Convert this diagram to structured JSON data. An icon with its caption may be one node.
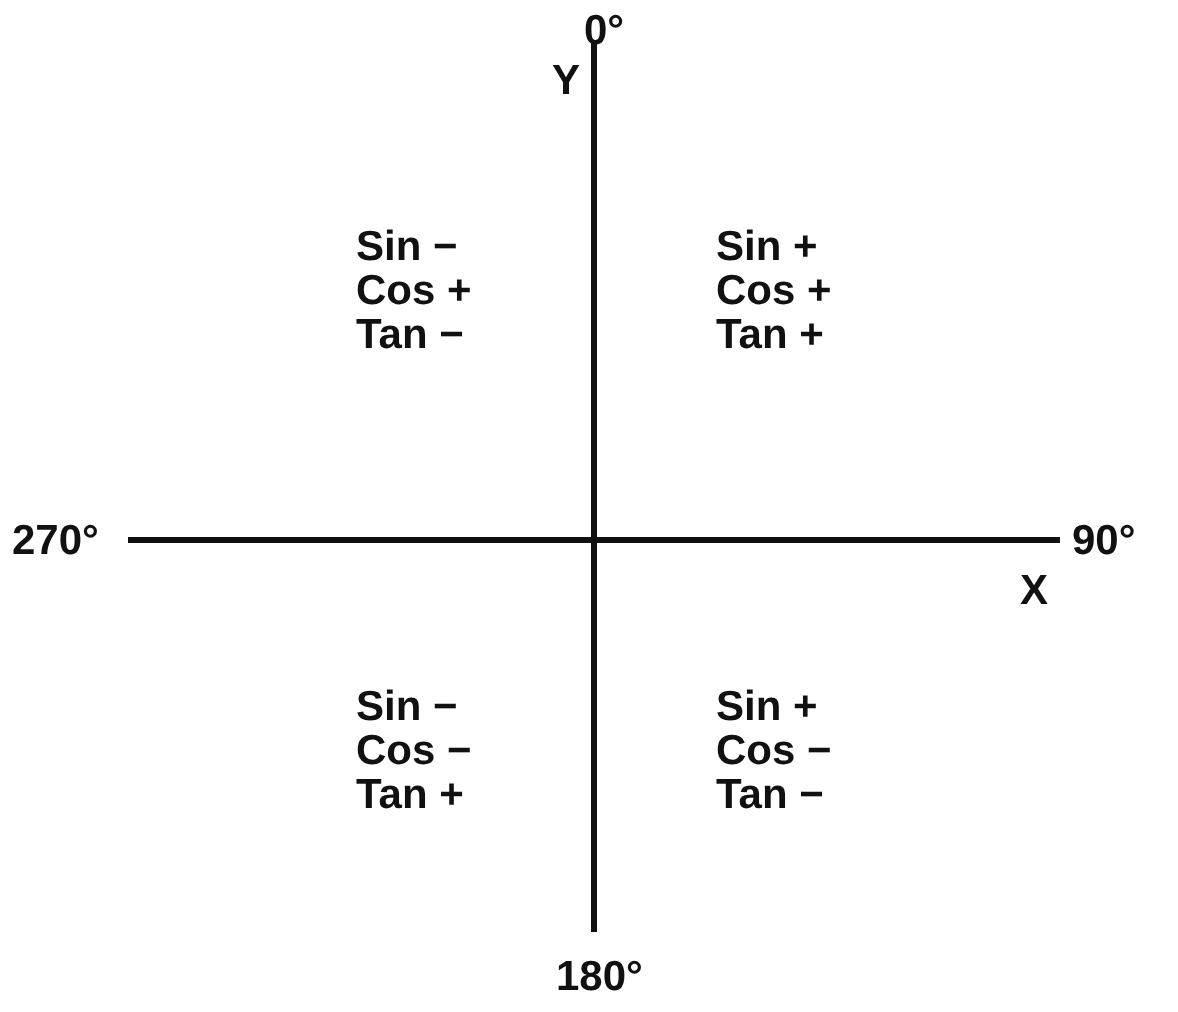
{
  "diagram": {
    "labels": [
      "0°",
      "Y",
      "Sin −",
      "Sin +",
      "Cos +",
      "Cos +",
      "Tan −",
      "Tan +",
      "270°",
      "90°",
      "X",
      "Sin −",
      "Sin +",
      "Cos −",
      "Cos −",
      "Tan +",
      "Tan −",
      "180°"
    ]
  }
}
